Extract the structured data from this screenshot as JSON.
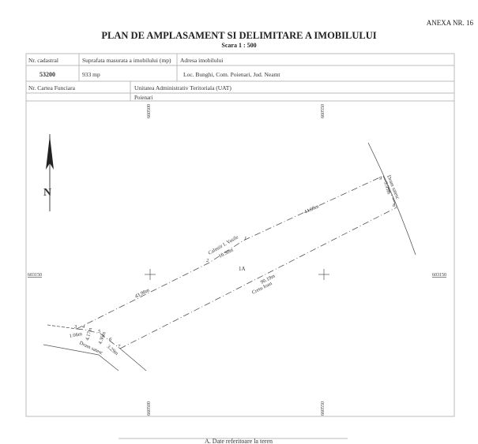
{
  "header": {
    "annex": "ANEXA NR. 16",
    "title": "PLAN DE AMPLASAMENT SI DELIMITARE A  IMOBILULUI",
    "scale": "Scara  1 : 500"
  },
  "info_table": {
    "cadastral_label": "Nr. cadastral",
    "cadastral_value": "53200",
    "area_label": "Suprafata masurata a imobilului (mp)",
    "area_value": "933 mp",
    "address_label": "Adresa imobilului",
    "address_value": "Loc. Bunghi, Com. Poienari, Jud. Neamt",
    "cf_label": "Nr. Cartea Funciara",
    "cf_value": "",
    "uat_label": "Unitatea Administrativ Teritoriala (UAT)",
    "uat_value": "Poienari"
  },
  "map": {
    "north": "N",
    "grid_x": [
      "660500",
      "660550"
    ],
    "grid_y": "603150",
    "parcel": "1A",
    "points": [
      "1",
      "2",
      "3",
      "4",
      "5",
      "6",
      "7",
      "8",
      "9"
    ],
    "neighbors": {
      "north": "Calmiir I. Vasile",
      "south": "Cretu Ioan",
      "road_left": "Drum satesc",
      "road_right": "Drum satesc"
    },
    "distances": {
      "d12": "10.30m",
      "d23": "43.98m",
      "d19": "44.69m",
      "d98": "9.95m",
      "d78": "90.19m",
      "d34": "1.06m",
      "d45": "4.17m",
      "d56": "4.36m",
      "d67": "3.29m"
    }
  },
  "footer": {
    "section": "A. Date referitoare la teren"
  }
}
